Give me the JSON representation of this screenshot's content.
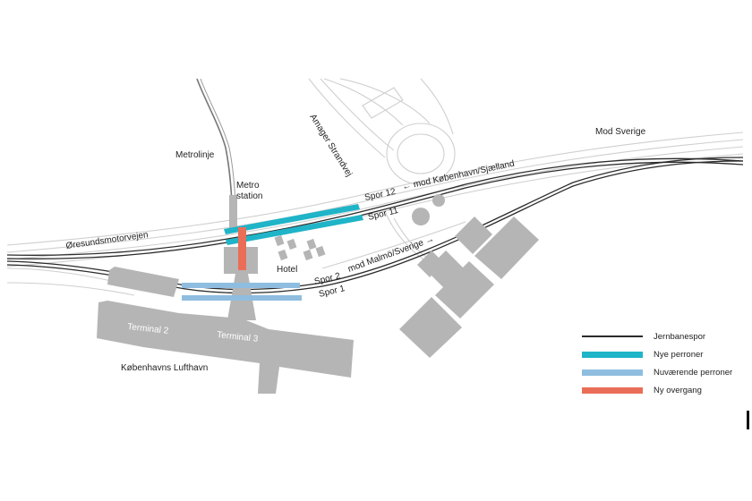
{
  "colors": {
    "track": "#2b2b2b",
    "new_platforms": "#1fb4c8",
    "current_platforms": "#8fbde0",
    "new_crossing": "#ea6d57",
    "building": "#b5b5b5",
    "road_outline": "#cfcfcf"
  },
  "labels": {
    "metrolinje": "Metrolinje",
    "metro_line1": "Metro",
    "metro_line2": "station",
    "amager_strandvej": "Amager Strandvej",
    "mod_sverige": "Mod Sverige",
    "spor12": "Spor 12",
    "mod_kobenhavn": "← mod København/Sjælland",
    "spor11": "Spor 11",
    "oresundsmotorvejen": "Øresundsmotorvejen",
    "hotel": "Hotel",
    "spor2": "Spor 2",
    "mod_malmo": "mod Malmö/Sverige →",
    "spor1": "Spor 1",
    "terminal2": "Terminal 2",
    "terminal3": "Terminal 3",
    "kobenhavns_lufthavn": "Københavns Lufthavn"
  },
  "legend": {
    "items": [
      {
        "label": "Jernbanespor"
      },
      {
        "label": "Nye perroner"
      },
      {
        "label": "Nuværende perroner"
      },
      {
        "label": "Ny overgang"
      }
    ]
  }
}
